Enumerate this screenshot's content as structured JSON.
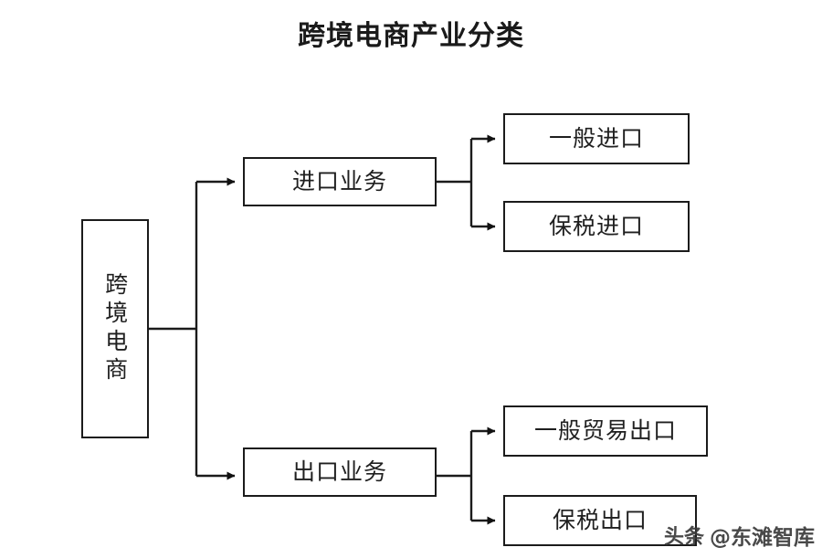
{
  "title": "跨境电商产业分类",
  "nodes": {
    "root": {
      "label": "跨境电商"
    },
    "import_branch": {
      "label": "进口业务"
    },
    "export_branch": {
      "label": "出口业务"
    },
    "general_import": {
      "label": "一般进口"
    },
    "bonded_import": {
      "label": "保税进口"
    },
    "general_trade_export": {
      "label": "一般贸易出口"
    },
    "bonded_export": {
      "label": "保税出口"
    }
  },
  "watermark": {
    "logo": "头条",
    "handle": "@东滩智库"
  },
  "style": {
    "line_color": "#1b1b1b",
    "box_border": "#1b1b1b",
    "text_color": "#1f1f1f",
    "background": "#ffffff"
  }
}
